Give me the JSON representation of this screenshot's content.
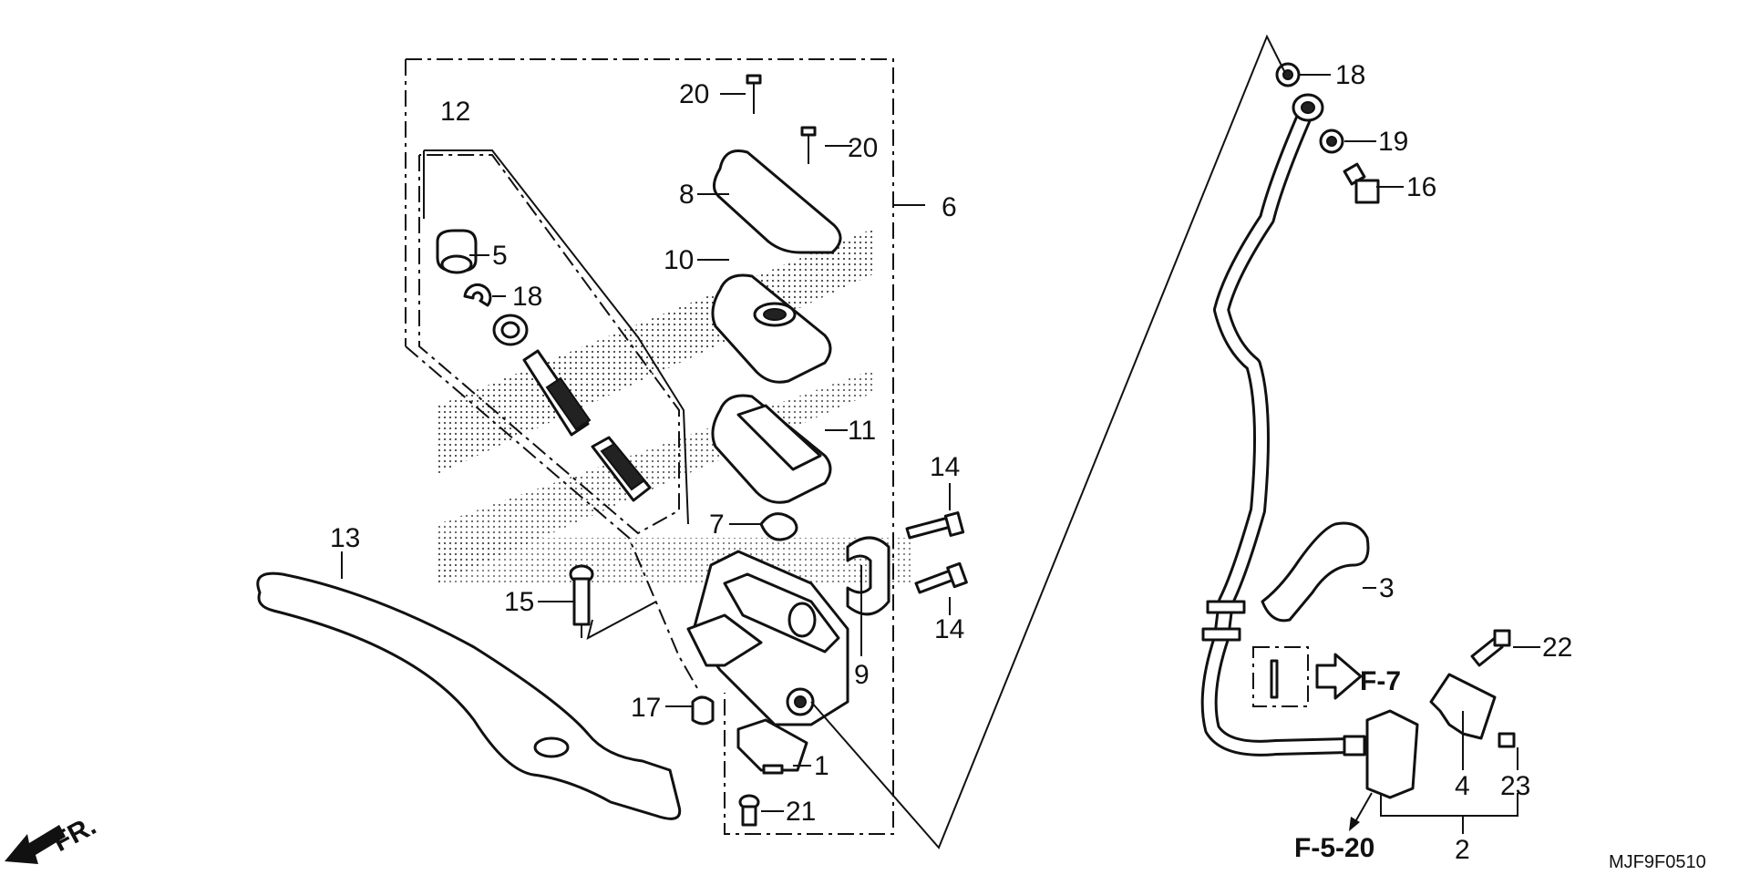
{
  "callouts": [
    "1",
    "2",
    "3",
    "4",
    "5",
    "6",
    "7",
    "8",
    "9",
    "10",
    "11",
    "12",
    "13",
    "14",
    "14",
    "15",
    "16",
    "17",
    "18",
    "18",
    "19",
    "20",
    "20",
    "21",
    "22",
    "23"
  ],
  "refs": {
    "f7": "F-7",
    "f520": "F-5-20"
  },
  "direction_label": "FR.",
  "diagram_code": "MJF9F0510"
}
